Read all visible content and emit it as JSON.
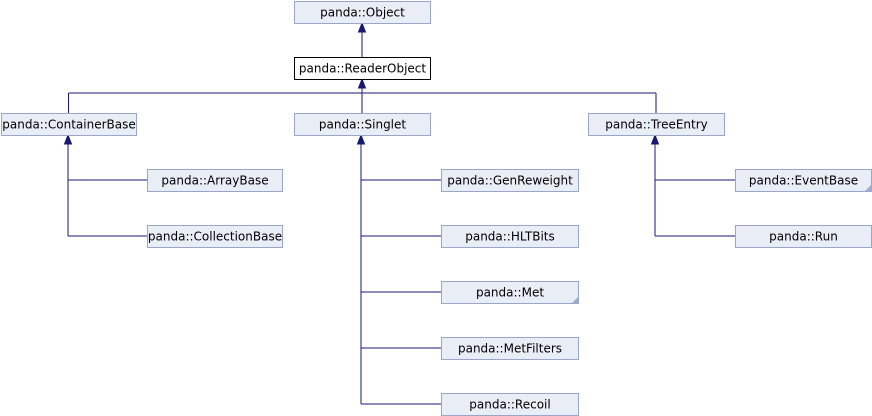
{
  "colors": {
    "node_fill": "#e8edf6",
    "node_border": "#9aa6c8",
    "highlight_fill": "#ffffff",
    "highlight_border": "#000000",
    "edge": "#191970"
  },
  "nodes": [
    {
      "id": "object",
      "label": "panda::Object",
      "highlight": false,
      "folded": false
    },
    {
      "id": "readerobject",
      "label": "panda::ReaderObject",
      "highlight": true,
      "folded": false
    },
    {
      "id": "containerbase",
      "label": "panda::ContainerBase",
      "highlight": false,
      "folded": false
    },
    {
      "id": "singlet",
      "label": "panda::Singlet",
      "highlight": false,
      "folded": false
    },
    {
      "id": "treeentry",
      "label": "panda::TreeEntry",
      "highlight": false,
      "folded": false
    },
    {
      "id": "arraybase",
      "label": "panda::ArrayBase",
      "highlight": false,
      "folded": false
    },
    {
      "id": "collectionbase",
      "label": "panda::CollectionBase",
      "highlight": false,
      "folded": false
    },
    {
      "id": "genreweight",
      "label": "panda::GenReweight",
      "highlight": false,
      "folded": false
    },
    {
      "id": "hltbits",
      "label": "panda::HLTBits",
      "highlight": false,
      "folded": false
    },
    {
      "id": "met",
      "label": "panda::Met",
      "highlight": false,
      "folded": true
    },
    {
      "id": "metfilters",
      "label": "panda::MetFilters",
      "highlight": false,
      "folded": false
    },
    {
      "id": "recoil",
      "label": "panda::Recoil",
      "highlight": false,
      "folded": false
    },
    {
      "id": "eventbase",
      "label": "panda::EventBase",
      "highlight": false,
      "folded": true
    },
    {
      "id": "run",
      "label": "panda::Run",
      "highlight": false,
      "folded": false
    }
  ],
  "edges": [
    {
      "from": "readerobject",
      "to": "object"
    },
    {
      "from": "containerbase",
      "to": "readerobject"
    },
    {
      "from": "singlet",
      "to": "readerobject"
    },
    {
      "from": "treeentry",
      "to": "readerobject"
    },
    {
      "from": "arraybase",
      "to": "containerbase"
    },
    {
      "from": "collectionbase",
      "to": "containerbase"
    },
    {
      "from": "genreweight",
      "to": "singlet"
    },
    {
      "from": "hltbits",
      "to": "singlet"
    },
    {
      "from": "met",
      "to": "singlet"
    },
    {
      "from": "metfilters",
      "to": "singlet"
    },
    {
      "from": "recoil",
      "to": "singlet"
    },
    {
      "from": "eventbase",
      "to": "treeentry"
    },
    {
      "from": "run",
      "to": "treeentry"
    }
  ]
}
